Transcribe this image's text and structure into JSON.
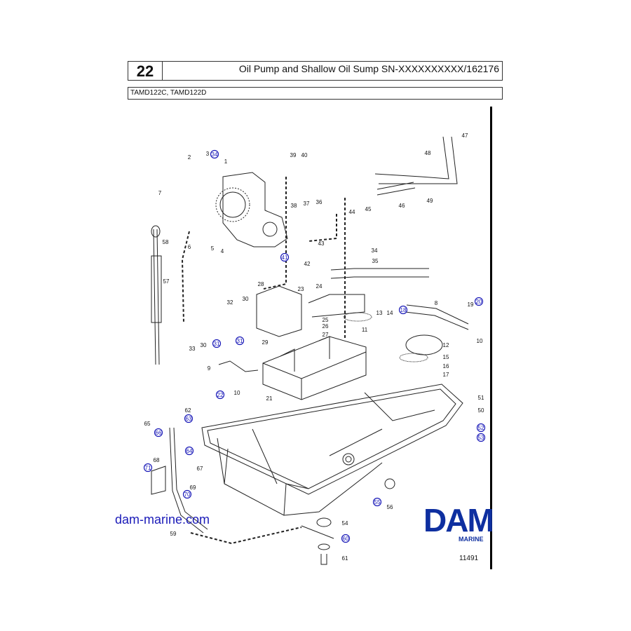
{
  "header": {
    "page_number": "22",
    "title": "Oil Pump and Shallow Oil Sump SN-XXXXXXXXXX/162176"
  },
  "models": "TAMD122C, TAMD122D",
  "website": "dam-marine.com",
  "logo": {
    "word": "DAM",
    "sub": "MARINE"
  },
  "drawing_number": "11491",
  "colors": {
    "callout_circle": "#1a1ab8",
    "logo": "#0e2fa0",
    "line": "#222222"
  },
  "callouts": [
    {
      "label": "1",
      "circled": false
    },
    {
      "label": "2",
      "circled": false
    },
    {
      "label": "3",
      "circled": false
    },
    {
      "label": "4",
      "circled": false
    },
    {
      "label": "5",
      "circled": false
    },
    {
      "label": "6",
      "circled": false
    },
    {
      "label": "7",
      "circled": false
    },
    {
      "label": "8",
      "circled": false
    },
    {
      "label": "9",
      "circled": false
    },
    {
      "label": "10",
      "circled": false
    },
    {
      "label": "10",
      "circled": false
    },
    {
      "label": "11",
      "circled": false
    },
    {
      "label": "12",
      "circled": false
    },
    {
      "label": "13",
      "circled": false
    },
    {
      "label": "14",
      "circled": false
    },
    {
      "label": "15",
      "circled": false
    },
    {
      "label": "16",
      "circled": false
    },
    {
      "label": "17",
      "circled": false
    },
    {
      "label": "18",
      "circled": true
    },
    {
      "label": "19",
      "circled": false
    },
    {
      "label": "20",
      "circled": true
    },
    {
      "label": "21",
      "circled": false
    },
    {
      "label": "22",
      "circled": true
    },
    {
      "label": "23",
      "circled": false
    },
    {
      "label": "24",
      "circled": false
    },
    {
      "label": "25",
      "circled": false
    },
    {
      "label": "26",
      "circled": false
    },
    {
      "label": "27",
      "circled": false
    },
    {
      "label": "28",
      "circled": false
    },
    {
      "label": "29",
      "circled": false
    },
    {
      "label": "30",
      "circled": false
    },
    {
      "label": "30",
      "circled": false
    },
    {
      "label": "31",
      "circled": true
    },
    {
      "label": "31",
      "circled": true
    },
    {
      "label": "32",
      "circled": false
    },
    {
      "label": "33",
      "circled": false
    },
    {
      "label": "34",
      "circled": false
    },
    {
      "label": "35",
      "circled": false
    },
    {
      "label": "36",
      "circled": false
    },
    {
      "label": "37",
      "circled": false
    },
    {
      "label": "38",
      "circled": false
    },
    {
      "label": "39",
      "circled": false
    },
    {
      "label": "40",
      "circled": false
    },
    {
      "label": "41",
      "circled": true
    },
    {
      "label": "42",
      "circled": false
    },
    {
      "label": "43",
      "circled": false
    },
    {
      "label": "44",
      "circled": false
    },
    {
      "label": "45",
      "circled": false
    },
    {
      "label": "46",
      "circled": false
    },
    {
      "label": "47",
      "circled": false
    },
    {
      "label": "48",
      "circled": false
    },
    {
      "label": "49",
      "circled": false
    },
    {
      "label": "50",
      "circled": false
    },
    {
      "label": "51",
      "circled": false
    },
    {
      "label": "52",
      "circled": true
    },
    {
      "label": "53",
      "circled": true
    },
    {
      "label": "54",
      "circled": false
    },
    {
      "label": "55",
      "circled": true
    },
    {
      "label": "56",
      "circled": false
    },
    {
      "label": "57",
      "circled": false
    },
    {
      "label": "58",
      "circled": false
    },
    {
      "label": "59",
      "circled": false
    },
    {
      "label": "60",
      "circled": true
    },
    {
      "label": "61",
      "circled": false
    },
    {
      "label": "62",
      "circled": false
    },
    {
      "label": "63",
      "circled": true
    },
    {
      "label": "64",
      "circled": true
    },
    {
      "label": "65",
      "circled": false
    },
    {
      "label": "66",
      "circled": true
    },
    {
      "label": "67",
      "circled": false
    },
    {
      "label": "68",
      "circled": false
    },
    {
      "label": "69",
      "circled": false
    },
    {
      "label": "70",
      "circled": true
    },
    {
      "label": "71",
      "circled": true
    },
    {
      "label": "34",
      "circled": true
    }
  ]
}
